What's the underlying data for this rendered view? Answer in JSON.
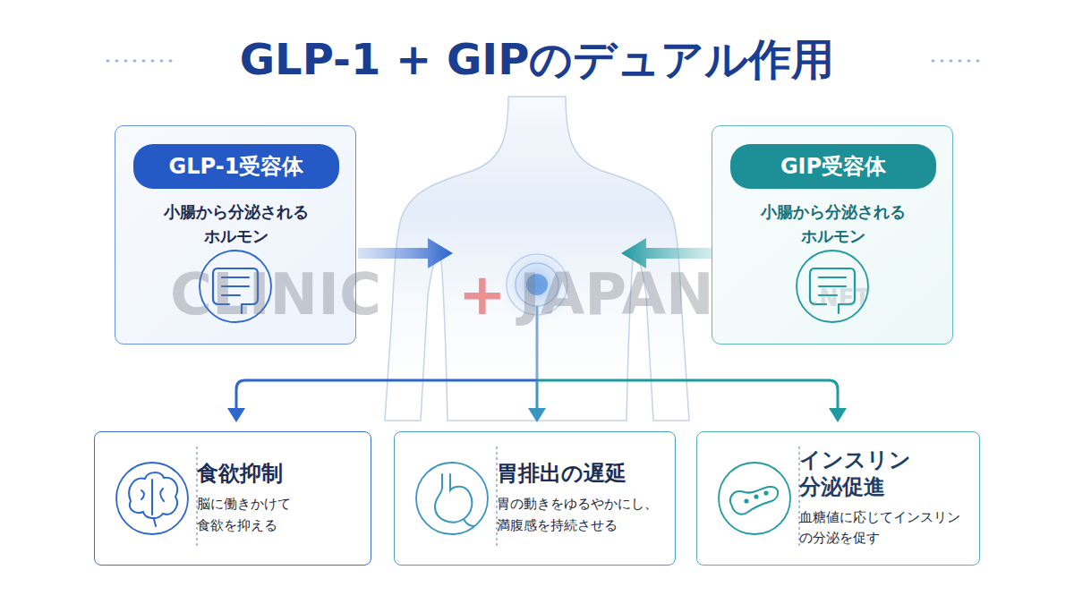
{
  "diagram": {
    "title": "GLP-1 + GIPのデュアル作用",
    "nodes": [
      {
        "text": [
          "小腸から分泌される ホルモン"
        ]
      },
      {
        "text": [
          "GLP-1受容体"
        ],
        "in": 0
      },
      {
        "text": [
          "小腸から分泌される ホルモン"
        ]
      },
      {
        "text": [
          "GIP受容体"
        ],
        "in": 2
      },
      {
        "text": [
          "食欲抑制",
          "脳に働きかけて 食欲を抑える"
        ]
      },
      {
        "text": [
          "胃排出の遅延",
          "胃の動きをゆるやかにし、 満腹感を持続させる"
        ]
      },
      {
        "text": [
          "インスリン 分泌促進",
          "血糖値に応じてインスリン の分泌を促す"
        ]
      }
    ],
    "labels": [
      "CLINIC",
      "+",
      "JAPAN",
      ".NET"
    ]
  }
}
